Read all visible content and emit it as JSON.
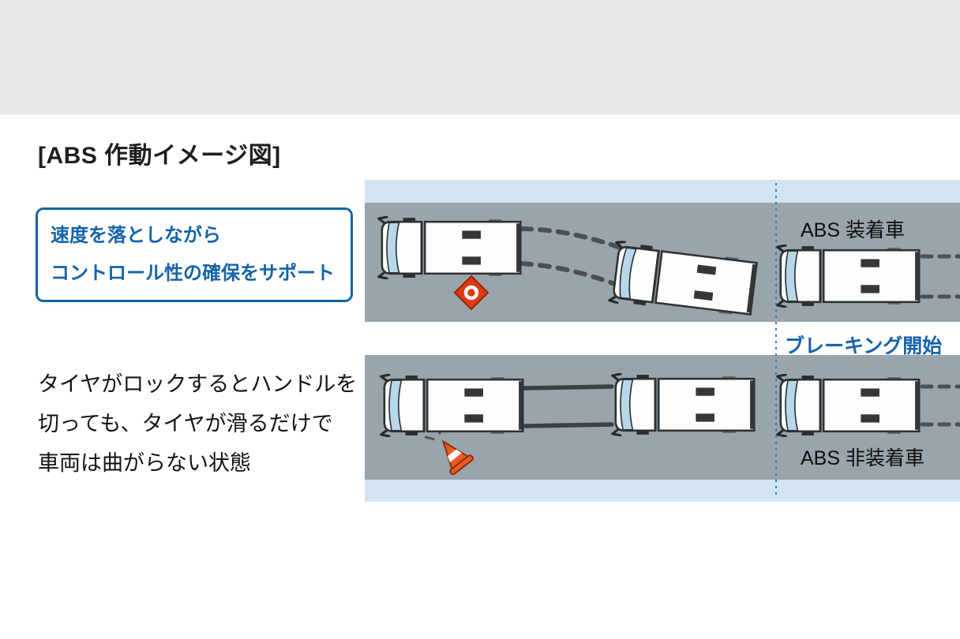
{
  "page": {
    "title": "[ABS 作動イメージ図]"
  },
  "callout": {
    "line1": "速度を落としながら",
    "line2": "コントロール性の確保をサポート"
  },
  "description": {
    "line1": "タイヤがロックするとハンドルを",
    "line2": "切っても、タイヤが滑るだけで",
    "line3": "車両は曲がらない状態"
  },
  "diagram": {
    "abs_equipped_label": "ABS 装着車",
    "braking_start_label": "ブレーキング開始",
    "abs_not_equipped_label": "ABS 非装着車",
    "icons": {
      "obstacle": "hazard-diamond-icon",
      "knocked_obstacle": "traffic-cone-icon",
      "vehicle": "top-view-truck"
    },
    "colors": {
      "accent_blue": "#1563aa",
      "road_gray": "#9aa4ab",
      "shoulder_blue": "#d2e4f0",
      "obstacle_red": "#e03a12",
      "cone_orange": "#ee5a23",
      "top_band_gray": "#e7e8e8"
    }
  }
}
